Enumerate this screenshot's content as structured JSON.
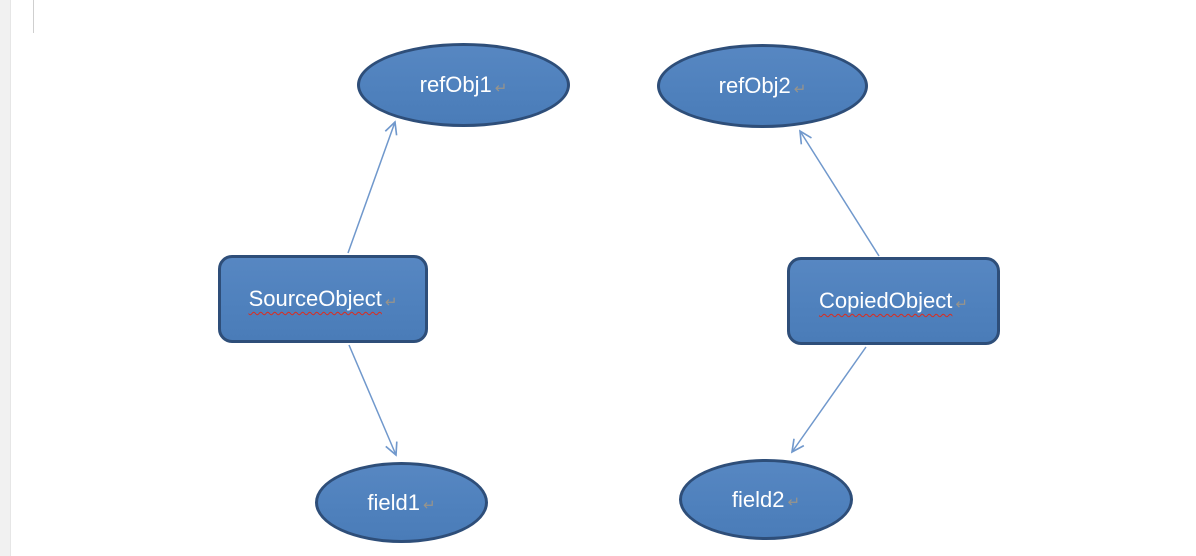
{
  "diagram": {
    "nodes": {
      "refObj1": {
        "label": "refObj1",
        "shape": "ellipse"
      },
      "refObj2": {
        "label": "refObj2",
        "shape": "ellipse"
      },
      "sourceObject": {
        "label": "SourceObject",
        "shape": "rounded-rect",
        "misspelled": true
      },
      "copiedObject": {
        "label": "CopiedObject",
        "shape": "rounded-rect",
        "misspelled": true
      },
      "field1": {
        "label": "field1",
        "shape": "ellipse"
      },
      "field2": {
        "label": "field2",
        "shape": "ellipse"
      }
    },
    "edges": [
      {
        "from": "SourceObject",
        "to": "refObj1"
      },
      {
        "from": "SourceObject",
        "to": "field1"
      },
      {
        "from": "CopiedObject",
        "to": "refObj2"
      },
      {
        "from": "CopiedObject",
        "to": "field2"
      }
    ],
    "format_mark": "↵"
  },
  "colors": {
    "shape_fill": "#4f81bd",
    "shape_border": "#2e4e79",
    "connector": "#7098cc",
    "label_text": "#ffffff",
    "spellcheck_underline": "#dd2b1c",
    "format_mark": "#98948b",
    "margin_strip": "#f1f1f1"
  }
}
